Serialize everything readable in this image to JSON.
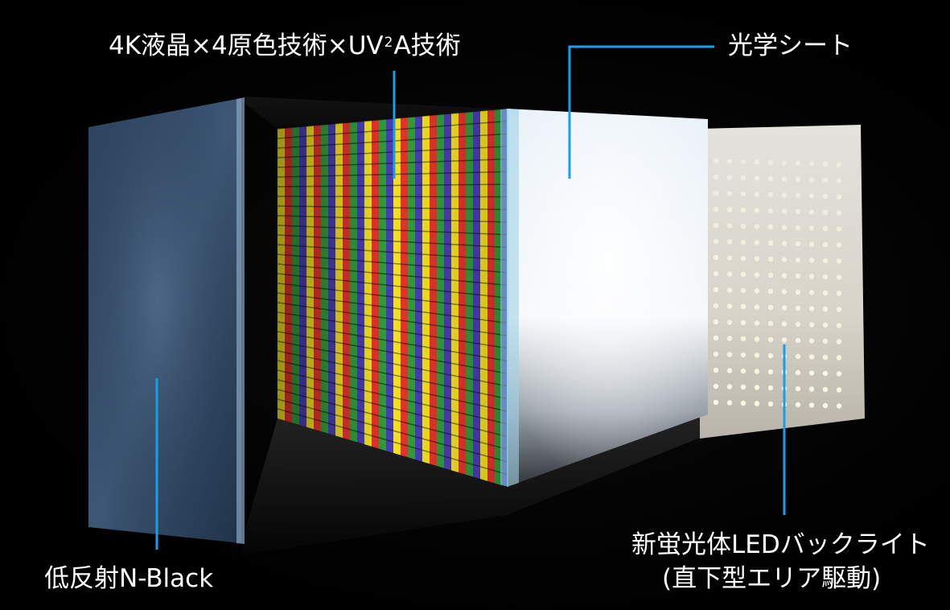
{
  "labels": {
    "lcd_pre": "4K液晶×4原色技術×UV",
    "lcd_sup": "2",
    "lcd_post": "A技術",
    "optical_sheet": "光学シート",
    "low_reflection": "低反射N-Black",
    "led_line1": "新蛍光体LEDバックライト",
    "led_line2": "(直下型エリア駆動)"
  },
  "colors": {
    "background": "#000000",
    "leader_line": "#1a9ee8",
    "text": "#ffffff",
    "subpixel_red": "#e8322d",
    "subpixel_green": "#2f9e3a",
    "subpixel_blue": "#4a3cb8",
    "subpixel_yellow": "#f2e21e"
  },
  "layers": [
    "low-reflection-panel",
    "lcd-panel",
    "optical-sheet",
    "led-backlight"
  ]
}
